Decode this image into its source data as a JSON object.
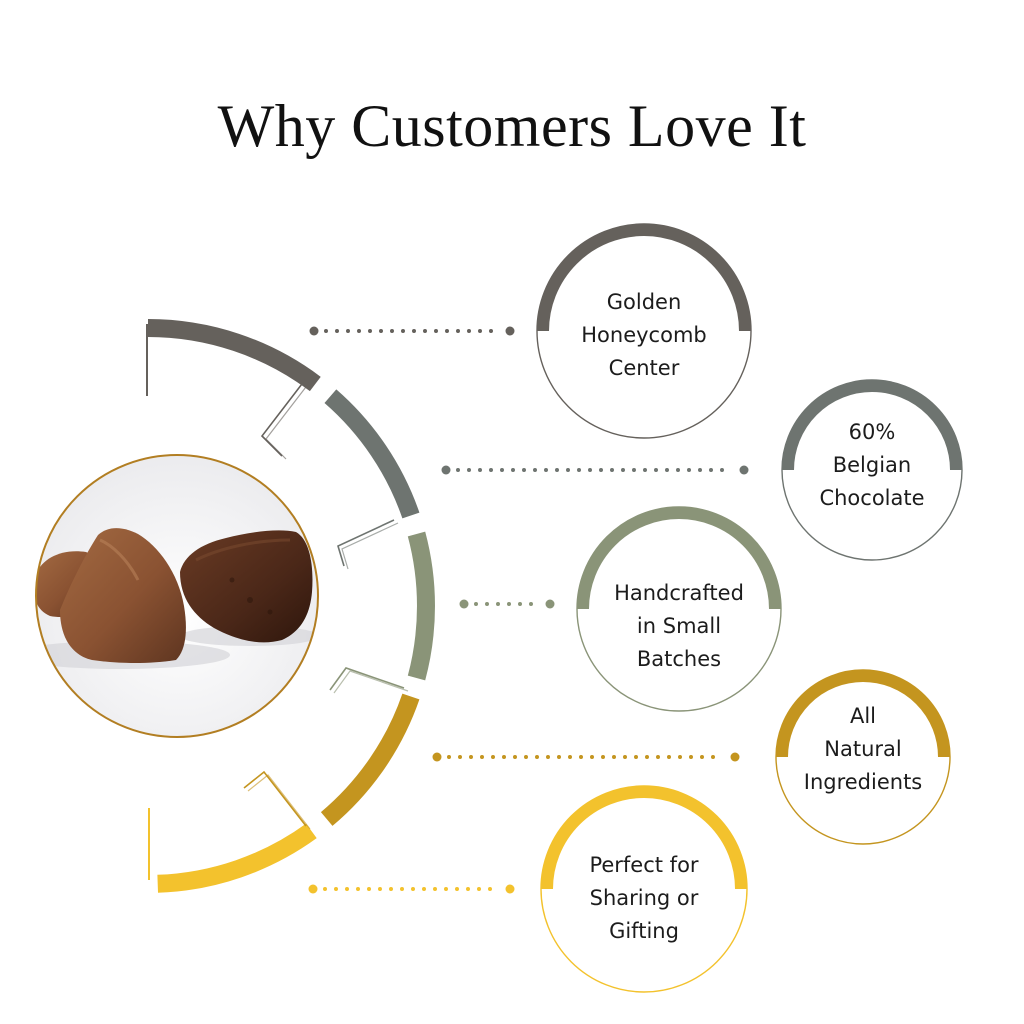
{
  "title": "Why Customers Love It",
  "colors": {
    "charcoal": "#65615c",
    "slate": "#6e7470",
    "sage": "#8a9478",
    "mustard": "#c4951f",
    "gold": "#f3c22d",
    "hub_ring": "#b27e22",
    "chocolate_milk": "#8e5634",
    "chocolate_dark": "#4a2718"
  },
  "features": [
    {
      "lines": [
        "Golden",
        "Honeycomb",
        "Center"
      ]
    },
    {
      "lines": [
        "60%",
        "Belgian",
        "Chocolate"
      ]
    },
    {
      "lines": [
        "Handcrafted",
        "in Small",
        "Batches"
      ]
    },
    {
      "lines": [
        "All",
        "Natural",
        "Ingredients"
      ]
    },
    {
      "lines": [
        "Perfect for",
        "Sharing or",
        "Gifting"
      ]
    }
  ]
}
